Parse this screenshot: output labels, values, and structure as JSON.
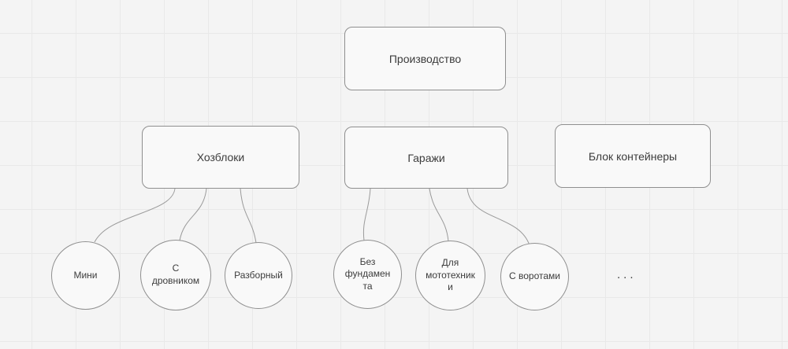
{
  "canvas": {
    "background_color": "#f4f4f4",
    "grid_line_color": "#e9e9e9",
    "node_fill_color": "#f9f9f9",
    "node_border_color": "#8f8f8f",
    "edge_color": "#9a9a9a",
    "text_color": "#3c3c3c"
  },
  "diagram": {
    "root": {
      "label": "Производство"
    },
    "branches": [
      {
        "label": "Хозблоки",
        "children": [
          {
            "label": "Мини"
          },
          {
            "label": "С дровником"
          },
          {
            "label": "Разборный"
          }
        ]
      },
      {
        "label": "Гаражи",
        "children": [
          {
            "label": "Без фундамента"
          },
          {
            "label": "Для мототехники"
          },
          {
            "label": "С воротами"
          }
        ]
      },
      {
        "label": "Блок контейнеры",
        "children": []
      }
    ],
    "ellipsis": "..."
  }
}
